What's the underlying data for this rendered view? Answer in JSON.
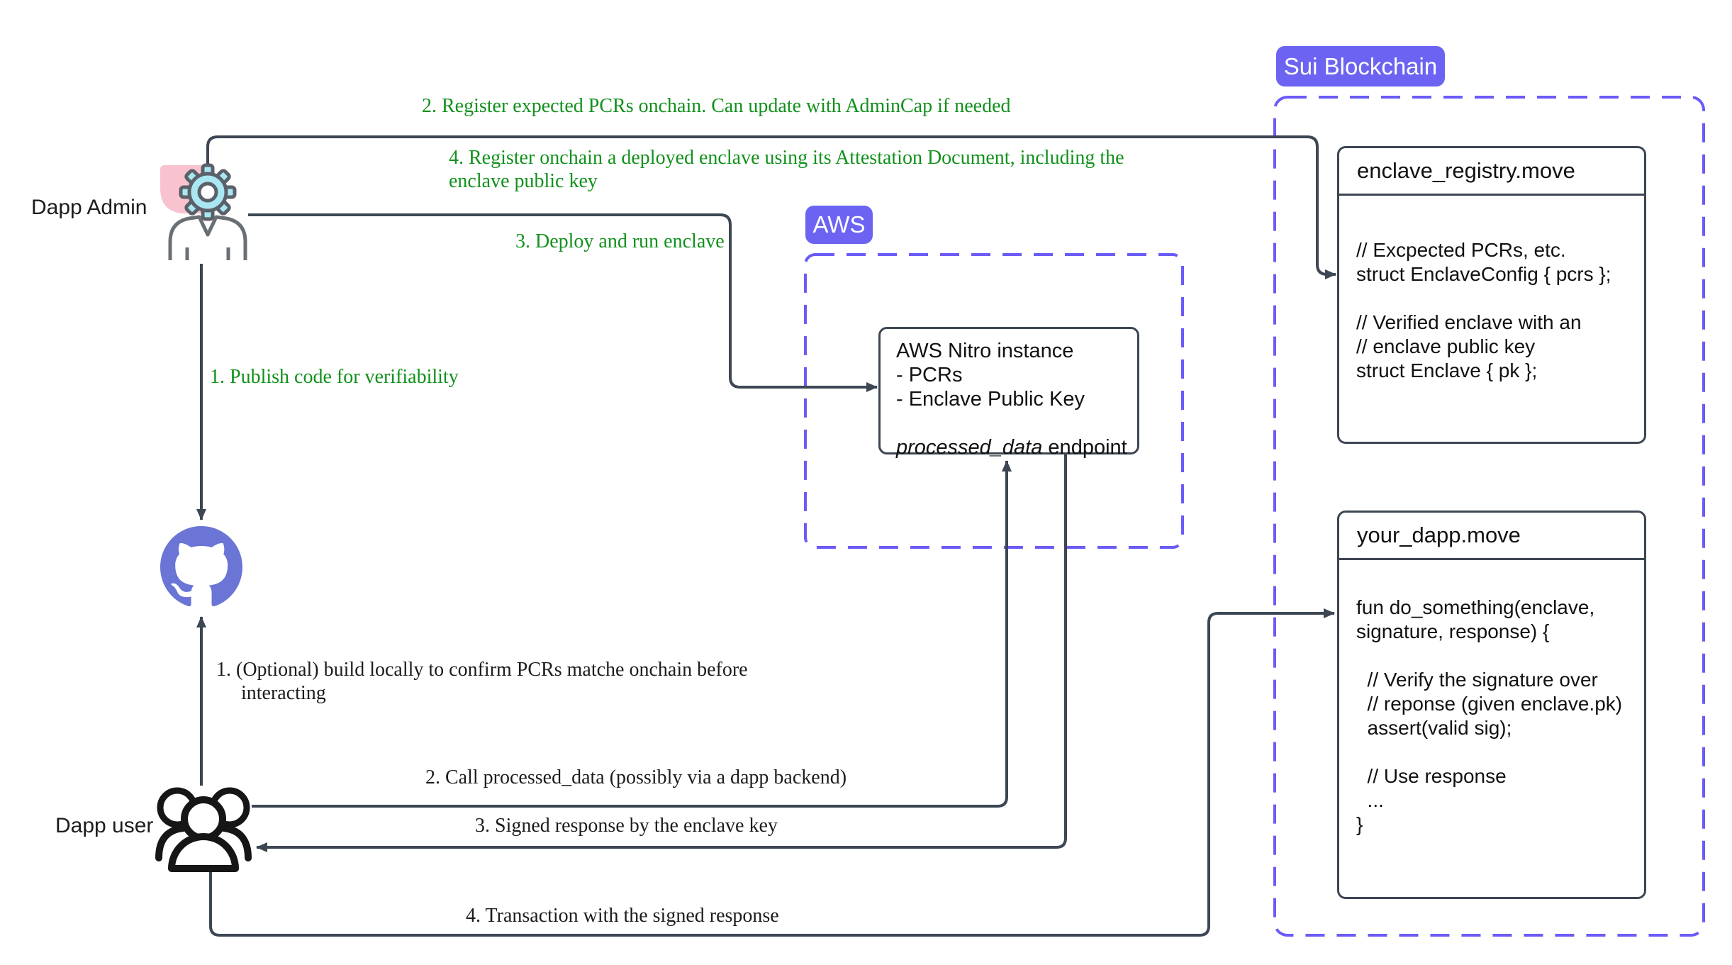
{
  "badges": {
    "sui": "Sui Blockchain",
    "aws": "AWS"
  },
  "actors": {
    "admin": "Dapp Admin",
    "user": "Dapp user"
  },
  "admin_flow": {
    "step2": "2. Register expected PCRs onchain. Can update with AdminCap if needed",
    "step4": "4. Register onchain a deployed enclave using its Attestation Document, including the\nenclave public key",
    "step3": "3. Deploy and run enclave",
    "step1": "1. Publish code for verifiability"
  },
  "user_flow": {
    "step1": "1. (Optional) build locally to confirm PCRs matche onchain before\n     interacting",
    "step2": "2. Call processed_data (possibly via a dapp backend)",
    "step3": "3. Signed response by the enclave key",
    "step4": "4. Transaction with the signed response"
  },
  "aws": {
    "nitro": {
      "lines": [
        "AWS Nitro instance",
        "- PCRs",
        "- Enclave Public Key",
        ""
      ],
      "endpoint_name": "processed_data",
      "endpoint_suffix": " endpoint"
    }
  },
  "sui": {
    "registry": {
      "title": "enclave_registry.move",
      "lines": [
        "// Excpected PCRs, etc.",
        "struct EnclaveConfig { pcrs };",
        "",
        "// Verified enclave with an",
        "// enclave public key",
        "struct Enclave { pk };"
      ]
    },
    "dapp": {
      "title": "your_dapp.move",
      "lines": [
        "fun do_something(enclave,",
        "signature, response) {",
        "",
        "  // Verify the signature over",
        "  // reponse (given enclave.pk)",
        "  assert(valid sig);",
        "",
        "  // Use response",
        "  ...",
        "}"
      ]
    }
  },
  "icons": {
    "github": "github-octocat-icon",
    "admin": "gear-person-icon",
    "user": "user-group-icon"
  },
  "colors": {
    "accent_purple": "#6c63f2",
    "dashed_purple": "#6b5bf7",
    "github_purple": "#6a75d6",
    "green": "#12911c",
    "dark": "#3d4653",
    "pink": "#f8c3ce",
    "cyan": "#a9e7f2"
  }
}
